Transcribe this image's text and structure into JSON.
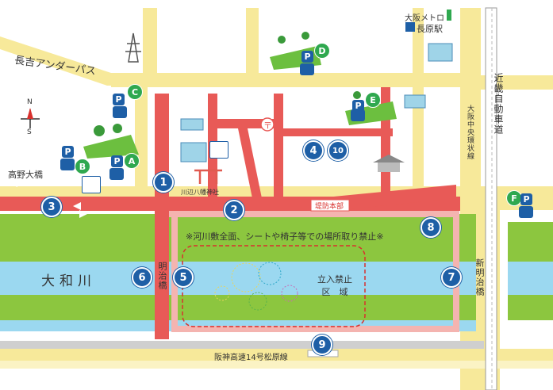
{
  "map": {
    "place_labels": {
      "nagayoshi_underpass": "長吉アンダーパス",
      "takanobashi": "高野大橋",
      "osaka_metro": "大阪メトロ",
      "nagahara_station": "長原駅",
      "kinki_expressway": "近畿自動車道",
      "chuo_kanjo": "大阪中央環状線",
      "yamatogawa": "大和川",
      "meijibashi": "明治橋",
      "shinmeijibashi": "新明治橋",
      "hanshin": "阪神高速14号松原線",
      "shrine": "川辺八幡神社",
      "hq": "堤防本部",
      "no_entry": "立入禁止\n区　域",
      "notice": "※河川敷全面、シートや椅子等での場所取り禁止※",
      "compass_n": "N",
      "compass_s": "S"
    },
    "markers": [
      "1",
      "2",
      "3",
      "4",
      "5",
      "6",
      "7",
      "8",
      "9",
      "10"
    ],
    "parking": {
      "letters": [
        "A",
        "B",
        "C",
        "D",
        "E",
        "F"
      ],
      "p_label": "P"
    },
    "colors": {
      "road_yellow": "#f7e99a",
      "road_red": "#e85a57",
      "river": "#9bd8f0",
      "bank_green": "#8cc63f",
      "marker_blue": "#1e5fa6",
      "parking_green": "#2fa84f",
      "pink_route": "#f4b4b0"
    }
  }
}
